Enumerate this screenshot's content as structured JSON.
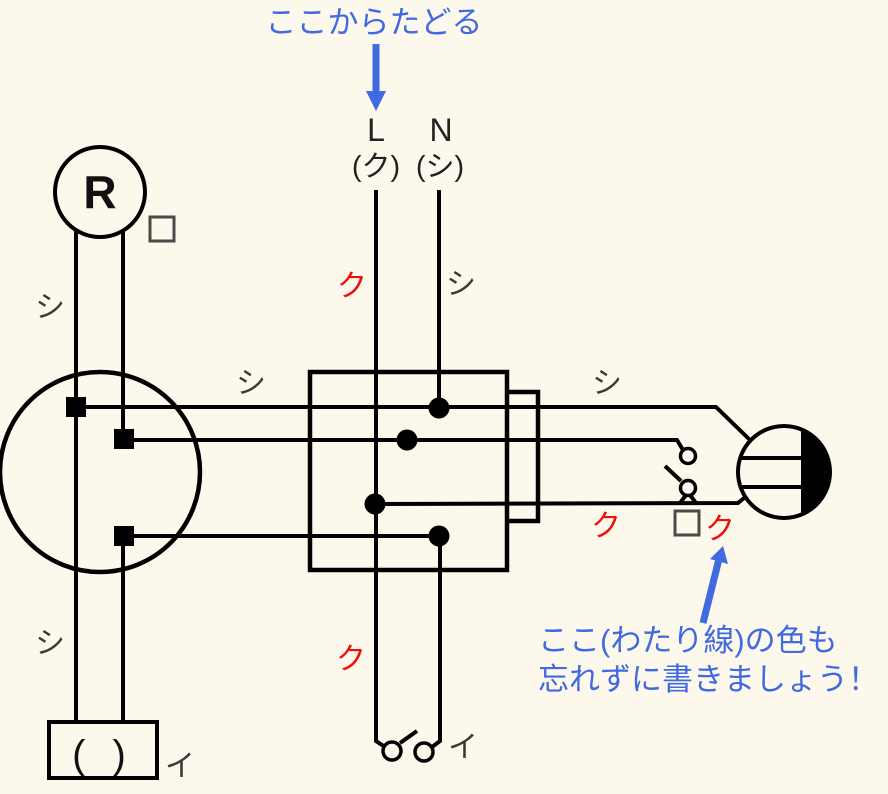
{
  "colors": {
    "background": "#fdf8ec",
    "wire": "#000000",
    "red": "#ee1008",
    "blue": "#4169e1",
    "label": "#3a3a3a",
    "square": "#4a4a4a"
  },
  "notes": {
    "top": "ここからたどる",
    "bottom_line1": "ここ(わたり線)の色も",
    "bottom_line2": "忘れずに書きましょう！"
  },
  "source": {
    "l_label": "L",
    "n_label": "N",
    "l_wire_color": "(ク)",
    "n_wire_color": "(シ)"
  },
  "devices": {
    "lamp_receptacle_letter": "R",
    "ceiling_light_text": "( )",
    "switch_i_label": "イ",
    "ceiling_i_label": "イ"
  },
  "wire_labels": {
    "left_top_shi": "シ",
    "left_bottom_shi": "シ",
    "mid_shi": "シ",
    "right_shi": "シ",
    "n_shi": "シ",
    "l_top_ku": "ク",
    "l_bottom_ku": "ク",
    "travel_left_ku": "ク",
    "travel_right_ku": "ク"
  }
}
